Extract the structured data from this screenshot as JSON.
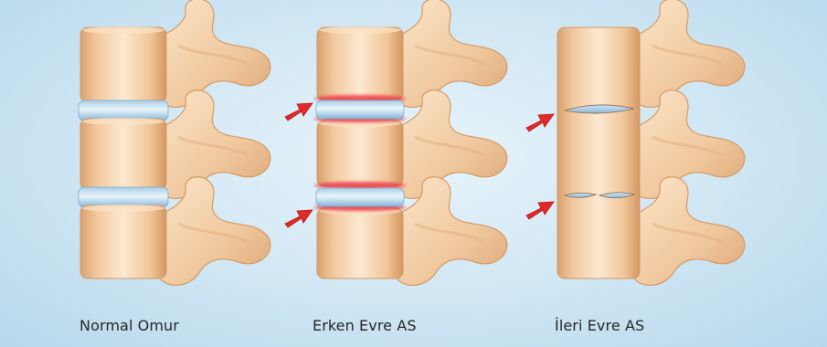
{
  "panels": [
    {
      "id": "normal",
      "caption": "Normal Omur"
    },
    {
      "id": "early",
      "caption": "Erken Evre AS"
    },
    {
      "id": "advanced",
      "caption": "İleri Evre AS"
    }
  ],
  "colors": {
    "background_center": "#e8f4fb",
    "background_edge": "#b7d8ec",
    "bone_light": "#fbe7cf",
    "bone_mid": "#f2c9a0",
    "bone_dark": "#d8a06e",
    "disc_light": "#e8f4fb",
    "disc_dark": "#8fbbd9",
    "inflammation": "#ec3b48",
    "arrow": "#e12b2b"
  }
}
